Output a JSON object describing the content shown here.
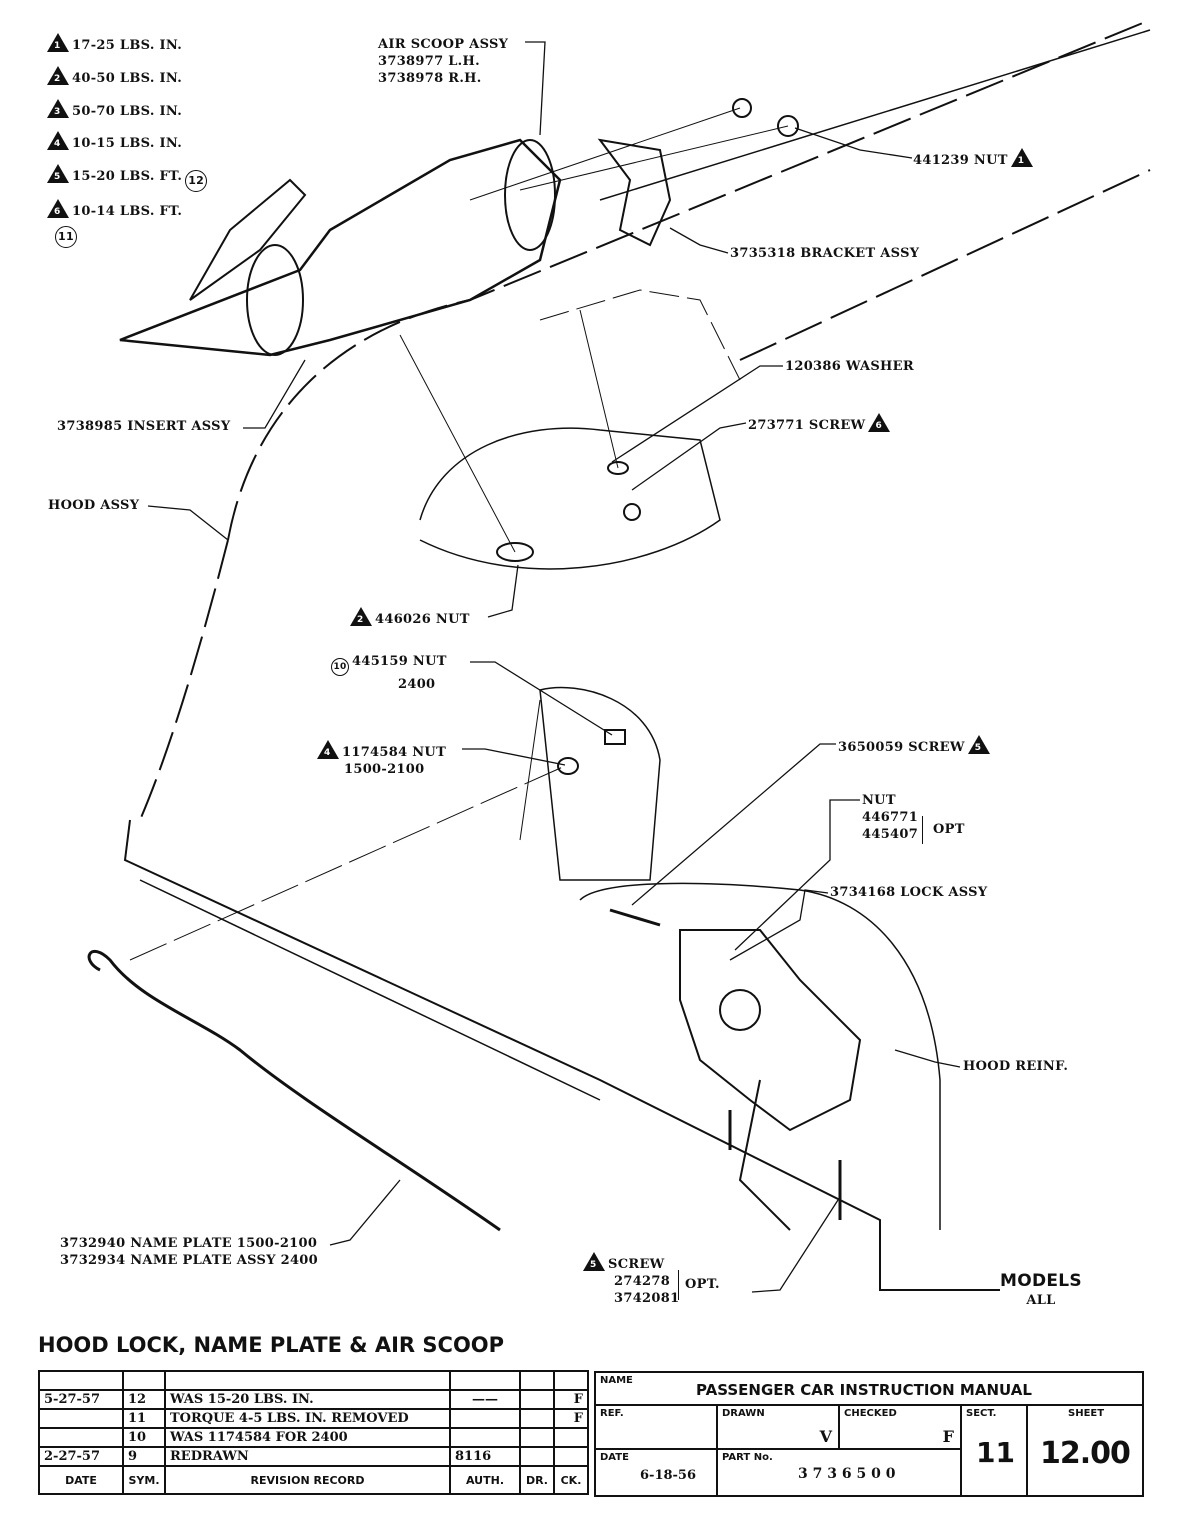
{
  "torque_legend": [
    {
      "mark": "1",
      "text": "17-25 LBS. IN."
    },
    {
      "mark": "2",
      "text": "40-50 LBS. IN."
    },
    {
      "mark": "3",
      "text": "50-70 LBS. IN."
    },
    {
      "mark": "4",
      "text": "10-15 LBS. IN."
    },
    {
      "mark": "5",
      "text": "15-20 LBS.  FT.",
      "rev": "12"
    },
    {
      "mark": "6",
      "text": "10-14 LBS.  FT.",
      "rev": "11"
    }
  ],
  "callouts": {
    "air_scoop": {
      "line1": "AIR SCOOP ASSY",
      "line2": "3738977 L.H.",
      "line3": "3738978 R.H."
    },
    "nut_441239": {
      "text": "441239 NUT",
      "mark": "1"
    },
    "bracket": {
      "text": "3735318 BRACKET ASSY"
    },
    "washer": {
      "text": "120386 WASHER"
    },
    "screw_273771": {
      "text": "273771 SCREW",
      "mark": "6"
    },
    "insert": {
      "text": "3738985 INSERT ASSY"
    },
    "hood": {
      "text": "HOOD ASSY"
    },
    "nut_446026": {
      "text": "446026 NUT",
      "mark": "2"
    },
    "nut_445159": {
      "text": "445159 NUT",
      "sub": "2400",
      "rev": "10"
    },
    "nut_1174584": {
      "text": "1174584 NUT",
      "sub": "1500-2100",
      "mark": "4"
    },
    "screw_3650059": {
      "text": "3650059 SCREW",
      "mark": "5"
    },
    "nut_opt": {
      "line1": "NUT",
      "line2": "446771",
      "line3": "445407",
      "opt": "OPT"
    },
    "lock": {
      "text": "3734168 LOCK ASSY"
    },
    "reinf": {
      "text": "HOOD REINF."
    },
    "nameplate": {
      "line1": "3732940 NAME PLATE 1500-2100",
      "line2": "3732934 NAME PLATE ASSY 2400"
    },
    "screw_opt": {
      "line1": "SCREW",
      "line2": "274278",
      "line3": "3742081",
      "opt": "OPT.",
      "mark": "5"
    },
    "models": {
      "line1": "MODELS",
      "line2": "ALL"
    }
  },
  "title": "HOOD LOCK, NAME PLATE & AIR SCOOP",
  "revision_record": {
    "rows": [
      {
        "date": "",
        "sym": "",
        "desc": "",
        "auth": "",
        "dr": "",
        "ck": ""
      },
      {
        "date": "5-27-57",
        "sym": "12",
        "desc": "WAS 15-20 LBS.  IN.",
        "auth": "——",
        "dr": "",
        "ck": "F"
      },
      {
        "date": "",
        "sym": "11",
        "desc": "TORQUE 4-5 LBS. IN.  REMOVED",
        "auth": "",
        "dr": "",
        "ck": "F"
      },
      {
        "date": "",
        "sym": "10",
        "desc": "WAS 1174584 FOR 2400",
        "auth": "",
        "dr": "",
        "ck": ""
      },
      {
        "date": "2-27-57",
        "sym": "9",
        "desc": "REDRAWN",
        "auth": "8116",
        "dr": "",
        "ck": ""
      }
    ],
    "headers": {
      "date": "DATE",
      "sym": "SYM.",
      "desc": "REVISION RECORD",
      "auth": "AUTH.",
      "dr": "DR.",
      "ck": "CK."
    }
  },
  "title_block": {
    "name_label": "NAME",
    "name": "PASSENGER CAR INSTRUCTION MANUAL",
    "ref_label": "REF.",
    "drawn_label": "DRAWN",
    "drawn": "V",
    "checked_label": "CHECKED",
    "checked": "F",
    "sect_label": "SECT.",
    "sect": "11",
    "sheet_label": "SHEET",
    "sheet": "12.00",
    "date_label": "DATE",
    "date": "6-18-56",
    "part_label": "PART No.",
    "part": "3 7 3 6 5 0 0"
  }
}
